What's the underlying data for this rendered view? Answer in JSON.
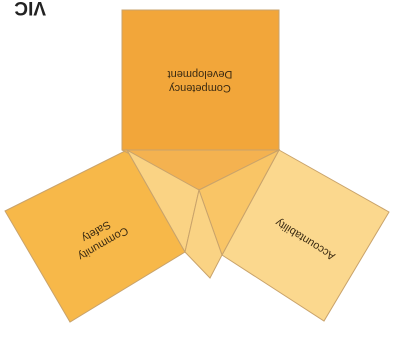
{
  "corner_text": "VIC",
  "colors": {
    "top_square": "#f2a63a",
    "left_square": "#f7b849",
    "right_square": "#fbd88e",
    "center_top": "#f4b250",
    "center_left": "#fad384",
    "center_right": "#f9c566",
    "outline": "#c9a36b"
  },
  "squares": {
    "top": {
      "lines": [
        "Competency",
        "Development"
      ]
    },
    "left": {
      "lines": [
        "Community",
        "Safety"
      ]
    },
    "right": {
      "lines": [
        "Accountability"
      ]
    }
  }
}
